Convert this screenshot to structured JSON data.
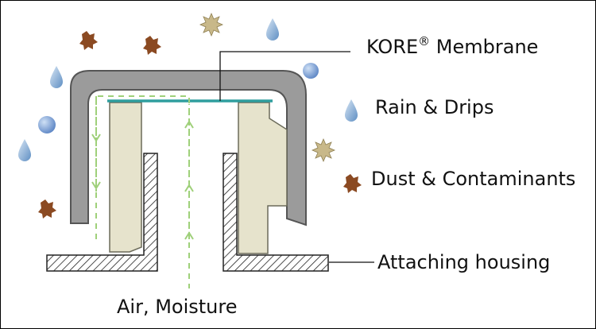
{
  "labels": {
    "membrane_name": "KORE",
    "membrane_mark": "®",
    "membrane_suffix": " Membrane",
    "rain": "Rain & Drips",
    "dust": "Dust & Contaminants",
    "housing": "Attaching housing",
    "air": "Air, Moisture"
  },
  "colors": {
    "cap_outer": "#555555",
    "cap_fill": "#9b9b9b",
    "core_fill": "#e6e3cc",
    "membrane": "#2f9e9e",
    "airflow": "#9fd07a",
    "drop": "#7da7d0",
    "dust": "#8b4a22",
    "spark": "#c8b889",
    "ball": "#6f97cf"
  }
}
